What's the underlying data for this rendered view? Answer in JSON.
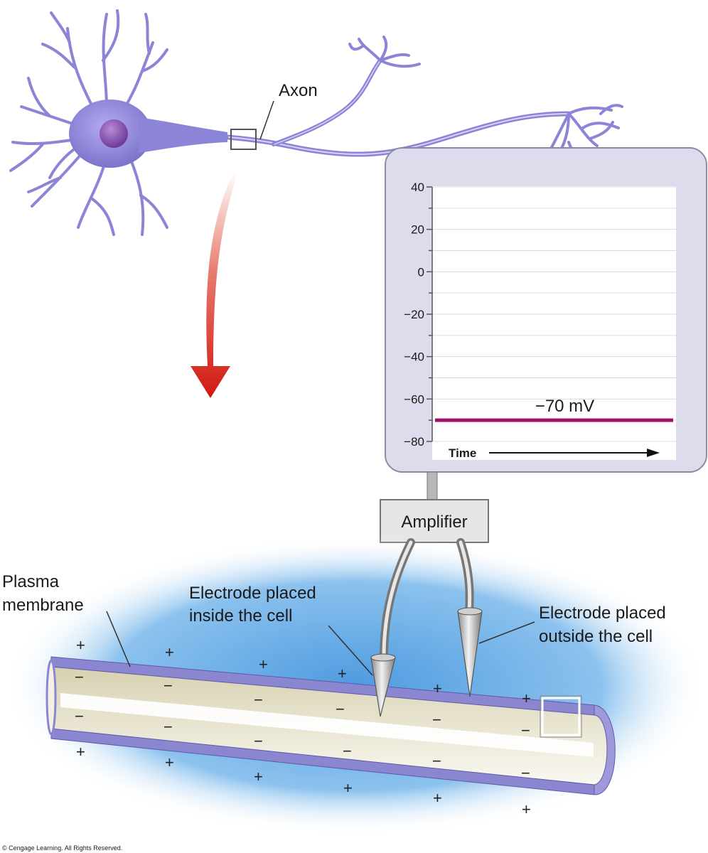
{
  "labels": {
    "axon": "Axon",
    "amplifier": "Amplifier",
    "plasma_membrane_1": "Plasma",
    "plasma_membrane_2": "membrane",
    "electrode_inside_1": "Electrode placed",
    "electrode_inside_2": "inside the cell",
    "electrode_outside_1": "Electrode placed",
    "electrode_outside_2": "outside the cell",
    "credit": "© Cengage Learning. All Rights Reserved."
  },
  "signs": {
    "plus": "+",
    "minus": "−"
  },
  "colors": {
    "neuron": "#8c84d6",
    "membrane": "#8a86cf",
    "trace": "#a0106a",
    "arrow": "#d42418",
    "fluid": "#5aa6e4"
  },
  "chart_data": {
    "type": "line",
    "title": "",
    "xlabel": "Time",
    "ylabel": "",
    "ylim": [
      -80,
      40
    ],
    "yticks": [
      40,
      20,
      0,
      -20,
      -40,
      -60,
      -80
    ],
    "ytick_labels": [
      "40",
      "20",
      "0",
      "−20",
      "−40",
      "−60",
      "−80"
    ],
    "series": [
      {
        "x": [
          0,
          1
        ],
        "y": [
          -70,
          -70
        ]
      }
    ],
    "annotation": "−70 mV",
    "grid": true
  }
}
